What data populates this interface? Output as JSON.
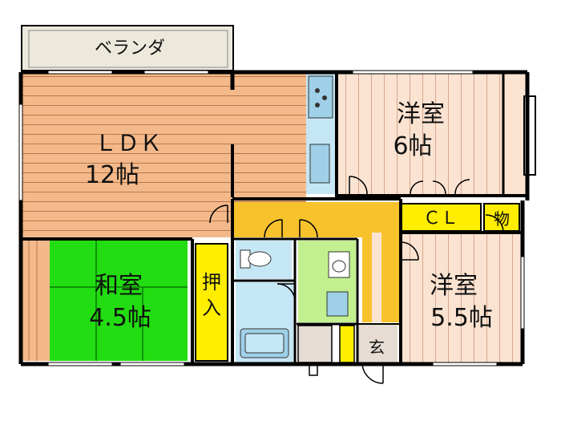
{
  "rooms": {
    "balcony": "ベランダ",
    "ldk_name": "ＬＤＫ",
    "ldk_size": "12帖",
    "western1_name": "洋室",
    "western1_size": "6帖",
    "tatami_name": "和室",
    "tatami_size": "4.5帖",
    "closet_oshiire_1": "押",
    "closet_oshiire_2": "入",
    "cl": "ＣＬ",
    "storage": "物",
    "western2_name": "洋室",
    "western2_size": "5.5帖",
    "entrance": "玄"
  },
  "colors": {
    "ldk_floor": "#f4b98a",
    "western_floor": "#fbe3d2",
    "tatami": "#22dd11",
    "closet": "#ffee00",
    "corridor": "#f7c22c",
    "toilet": "#c5e6f5",
    "washroom": "#c2f08e",
    "balcony": "#ece8dc",
    "walls": "#000000"
  }
}
